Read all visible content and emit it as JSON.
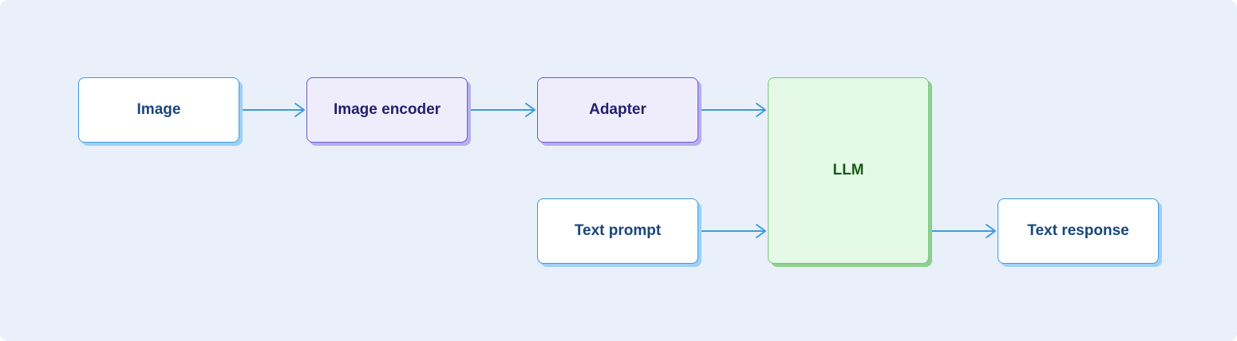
{
  "diagram": {
    "nodes": {
      "image": "Image",
      "image_encoder": "Image encoder",
      "adapter": "Adapter",
      "llm": "LLM",
      "text_prompt": "Text prompt",
      "text_response": "Text response"
    },
    "edges": [
      {
        "from": "image",
        "to": "image_encoder"
      },
      {
        "from": "image_encoder",
        "to": "adapter"
      },
      {
        "from": "adapter",
        "to": "llm"
      },
      {
        "from": "text_prompt",
        "to": "llm"
      },
      {
        "from": "llm",
        "to": "text_response"
      }
    ],
    "colors": {
      "background": "#e9f0fa",
      "blue_border": "#3d9be0",
      "purple_fill": "#efedfc",
      "purple_border": "#6a5ad2",
      "green_fill": "#e4fae6",
      "green_border": "#7cc57c",
      "arrow": "#3d9be0"
    }
  }
}
